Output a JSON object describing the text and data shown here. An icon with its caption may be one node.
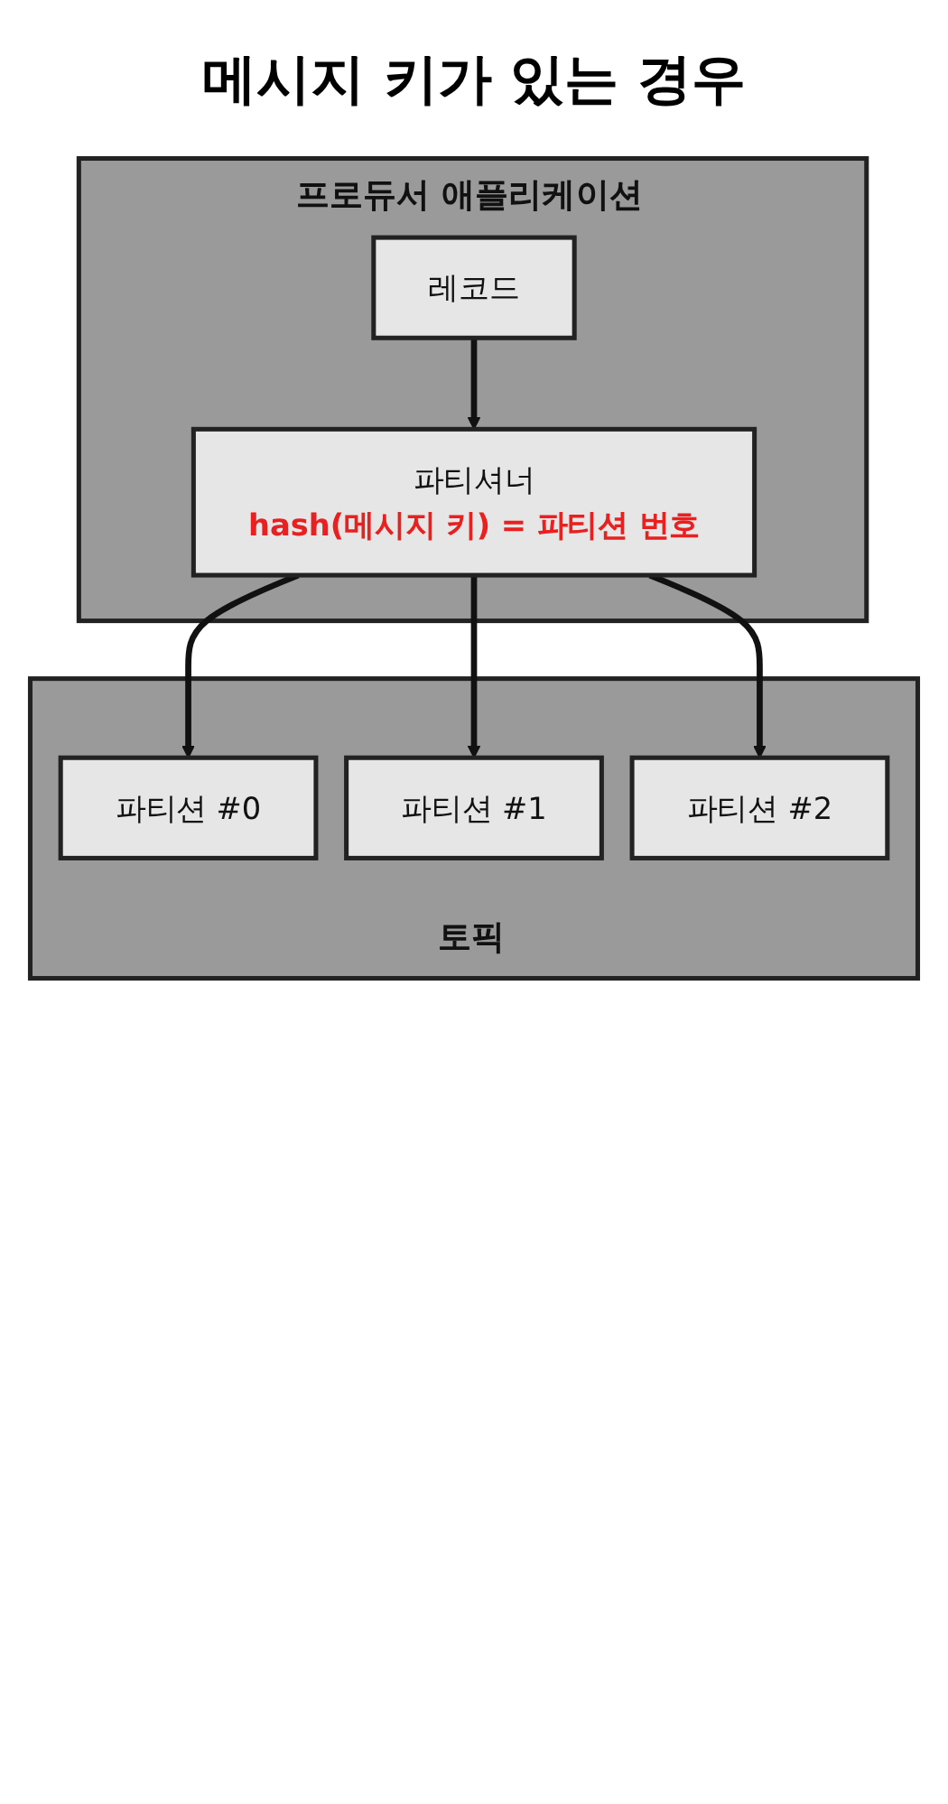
{
  "diagram": {
    "title": "메시지 키가 있는 경우",
    "nodes": [
      {
        "text": [
          "프로듀서 애플리케이션"
        ]
      },
      {
        "text": [
          "레코드"
        ],
        "in": 0
      },
      {
        "text": [
          "파티셔너",
          "hash(메시지 키) = 파티션 번호"
        ],
        "in": 0
      },
      {
        "text": [
          "토픽"
        ]
      },
      {
        "text": [
          "파티션 #0"
        ],
        "in": 3
      },
      {
        "text": [
          "파티션 #1"
        ],
        "in": 3
      },
      {
        "text": [
          "파티션 #2"
        ],
        "in": 3
      }
    ],
    "edges": [
      {
        "from": 1,
        "to": 2,
        "arrow": "to"
      },
      {
        "from": 2,
        "to": 4,
        "arrow": "to"
      },
      {
        "from": 2,
        "to": 5,
        "arrow": "to"
      },
      {
        "from": 2,
        "to": 6,
        "arrow": "to"
      }
    ]
  }
}
